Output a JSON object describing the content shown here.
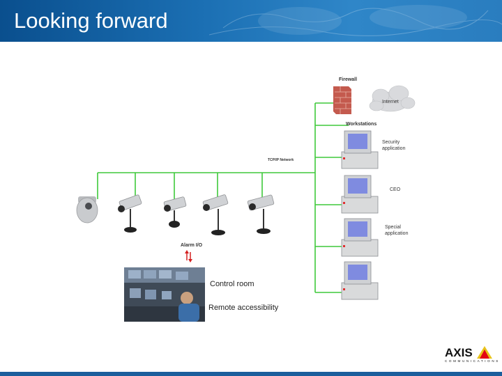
{
  "slide": {
    "title": "Looking forward"
  },
  "diagram": {
    "firewall_label": "Firewall",
    "internet_label": "Internet",
    "workstations_label": "Workstations",
    "network_label": "TCP/IP Network",
    "alarm_label": "Alarm I/O",
    "workstation_labels": [
      "Security application",
      "CEO",
      "Special application"
    ],
    "control_room_label": "Control room",
    "remote_label": "Remote accessibility",
    "line_color": "#3ec93a"
  },
  "logo": {
    "word": "AXIS",
    "sub": "COMMUNICATIONS",
    "accent_color": "#e30613"
  }
}
